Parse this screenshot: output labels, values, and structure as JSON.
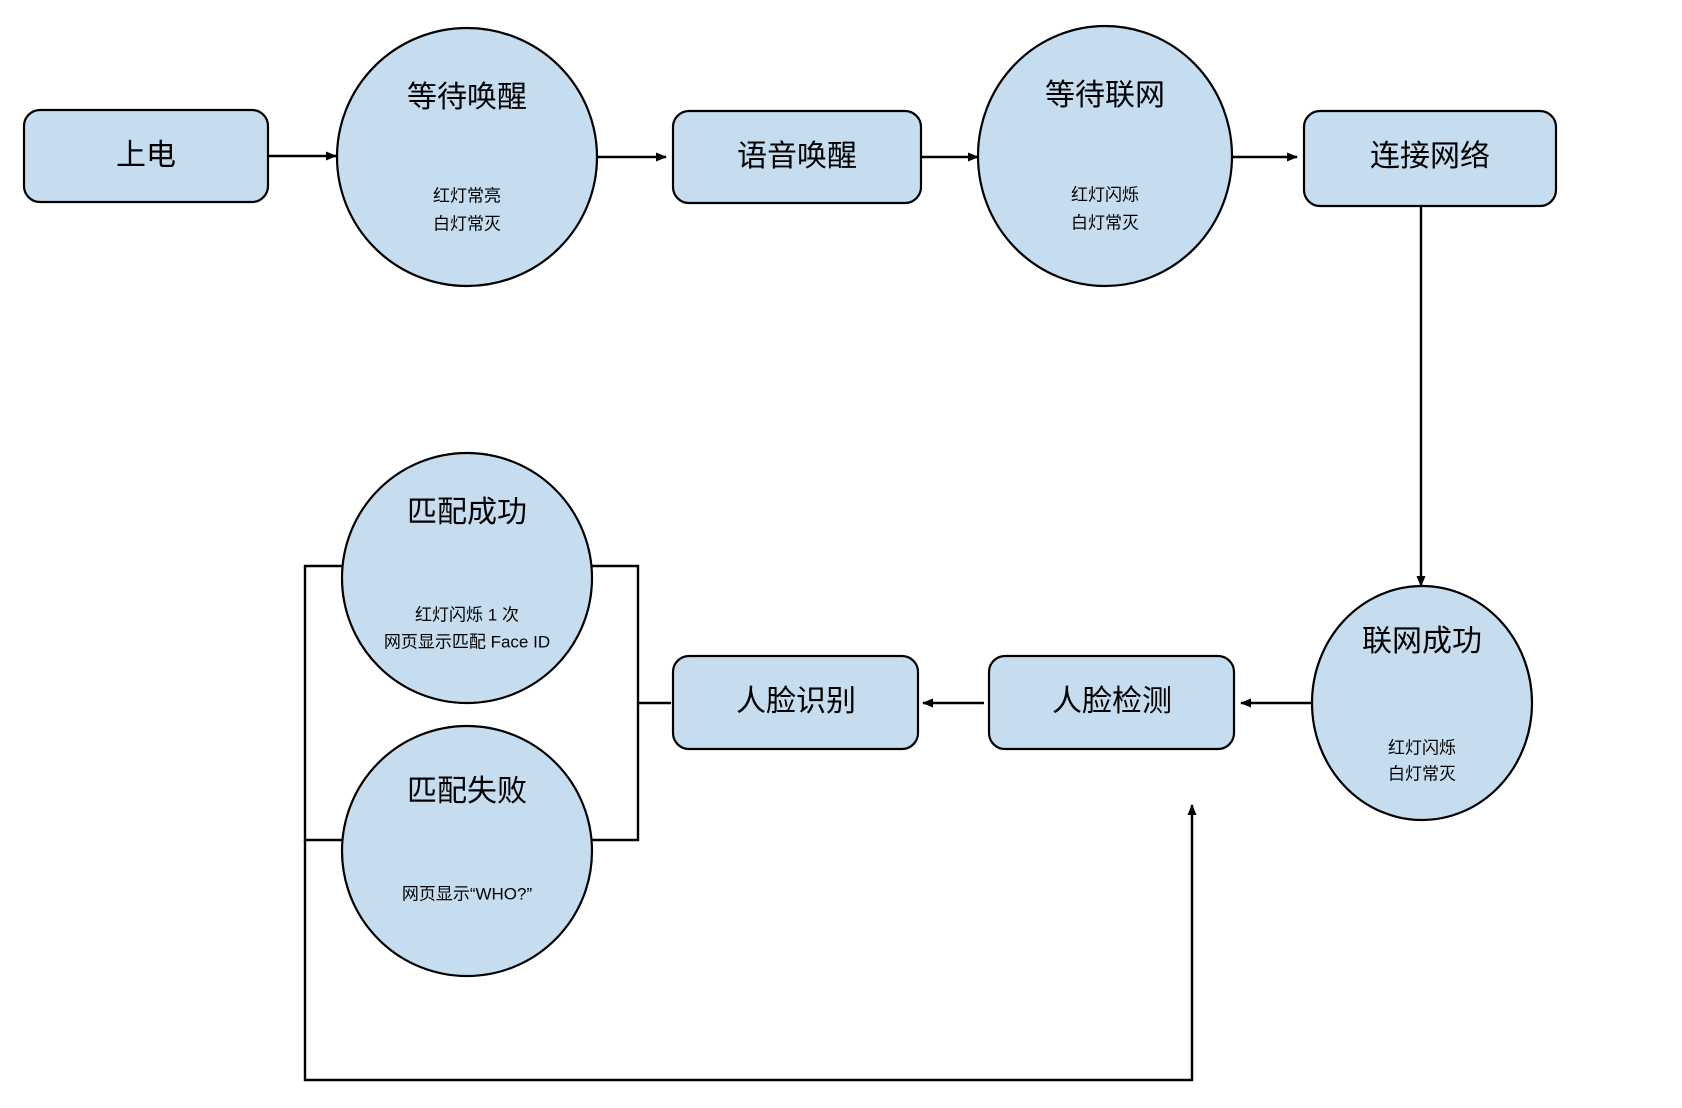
{
  "diagram": {
    "type": "flowchart",
    "background_color": "#ffffff",
    "node_fill_color": "#c6ddef",
    "node_stroke_color": "#000000",
    "nodes": [
      {
        "id": "power-on",
        "shape": "rounded-rect",
        "title": "上电",
        "sub": []
      },
      {
        "id": "wait-wakeup",
        "shape": "ellipse",
        "title": "等待唤醒",
        "sub": [
          "红灯常亮",
          "白灯常灭"
        ]
      },
      {
        "id": "voice-wakeup",
        "shape": "rounded-rect",
        "title": "语音唤醒",
        "sub": []
      },
      {
        "id": "wait-network",
        "shape": "ellipse",
        "title": "等待联网",
        "sub": [
          "红灯闪烁",
          "白灯常灭"
        ]
      },
      {
        "id": "connect-network",
        "shape": "rounded-rect",
        "title": "连接网络",
        "sub": []
      },
      {
        "id": "network-success",
        "shape": "ellipse",
        "title": "联网成功",
        "sub": [
          "红灯闪烁",
          "白灯常灭"
        ]
      },
      {
        "id": "face-detect",
        "shape": "rounded-rect",
        "title": "人脸检测",
        "sub": []
      },
      {
        "id": "face-recognize",
        "shape": "rounded-rect",
        "title": "人脸识别",
        "sub": []
      },
      {
        "id": "match-success",
        "shape": "ellipse",
        "title": "匹配成功",
        "sub": [
          "红灯闪烁 1 次",
          "网页显示匹配 Face ID"
        ]
      },
      {
        "id": "match-fail",
        "shape": "ellipse",
        "title": "匹配失败",
        "sub": [
          "网页显示“WHO?”"
        ]
      }
    ],
    "edges": [
      {
        "from": "power-on",
        "to": "wait-wakeup",
        "arrow": true
      },
      {
        "from": "wait-wakeup",
        "to": "voice-wakeup",
        "arrow": true
      },
      {
        "from": "voice-wakeup",
        "to": "wait-network",
        "arrow": true
      },
      {
        "from": "wait-network",
        "to": "connect-network",
        "arrow": true
      },
      {
        "from": "connect-network",
        "to": "network-success",
        "arrow": true
      },
      {
        "from": "network-success",
        "to": "face-detect",
        "arrow": true
      },
      {
        "from": "face-detect",
        "to": "face-recognize",
        "arrow": true
      },
      {
        "from": "face-recognize",
        "to": "match-success",
        "arrow": false
      },
      {
        "from": "face-recognize",
        "to": "match-fail",
        "arrow": false
      },
      {
        "from": "match-fail",
        "to": "face-detect",
        "arrow": true
      }
    ]
  }
}
